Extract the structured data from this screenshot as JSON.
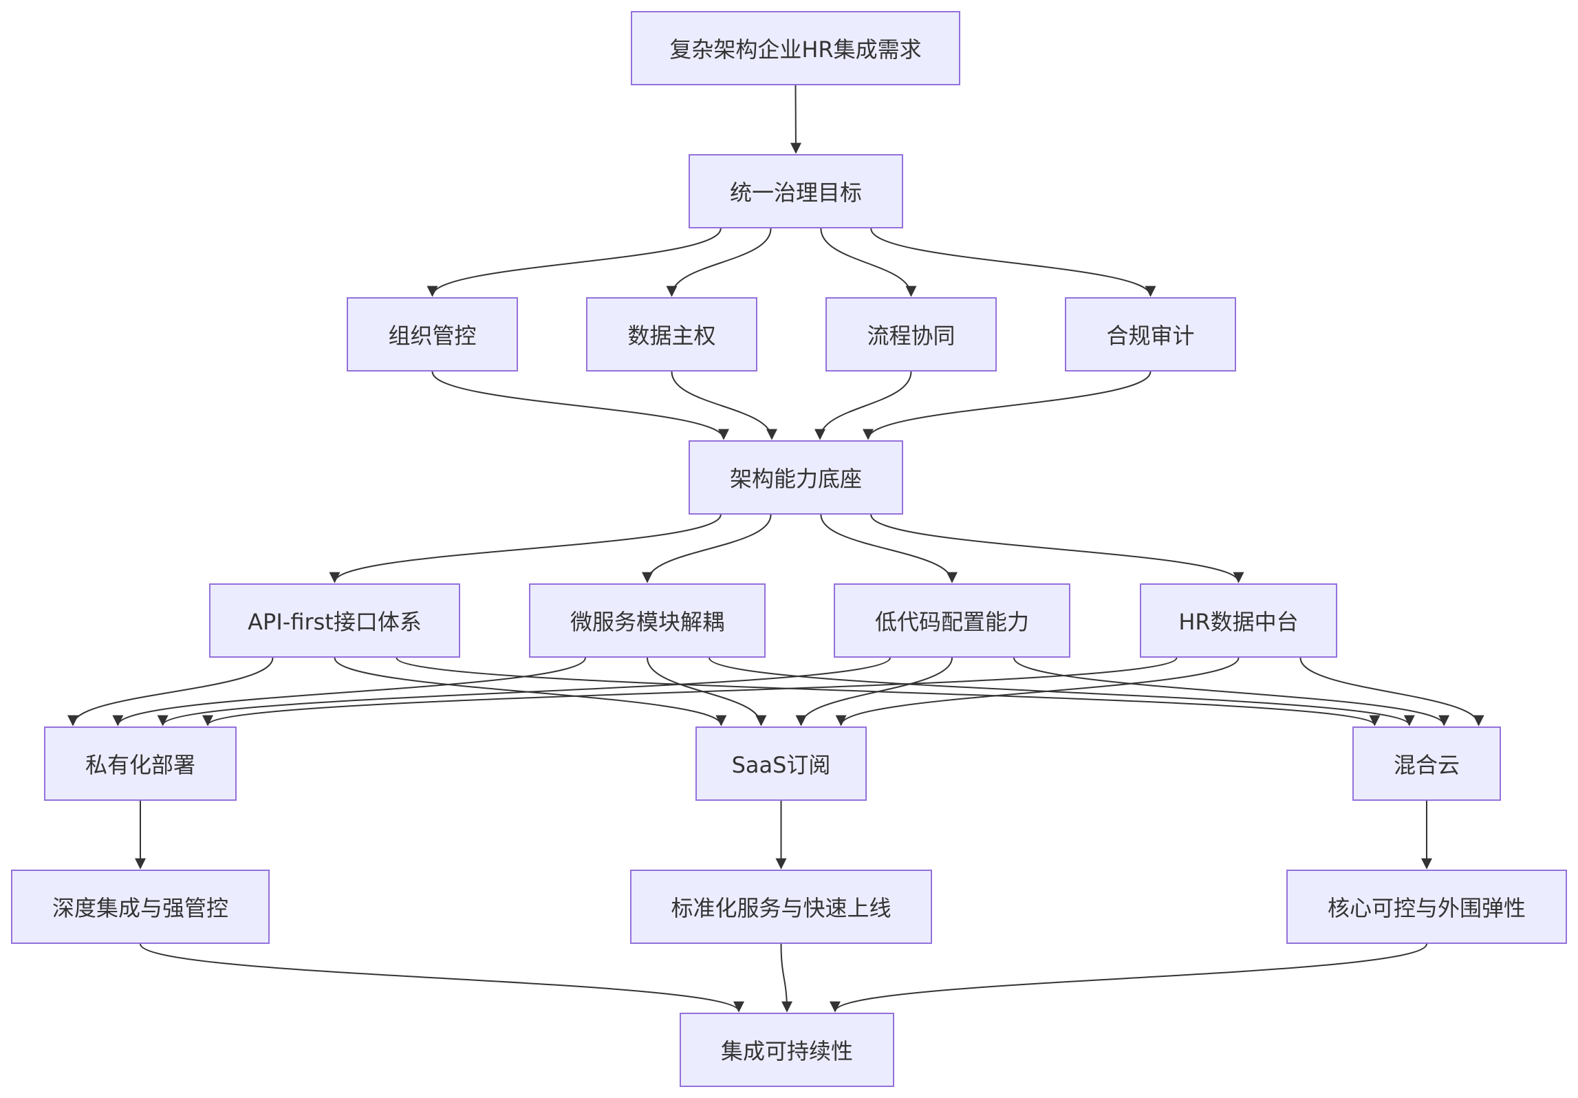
{
  "colors": {
    "node_fill": "#ECECFF",
    "node_border": "#9370DB",
    "edge": "#333333",
    "text": "#333333"
  },
  "nodes": {
    "top": "复杂架构企业HR集成需求",
    "goal": "统一治理目标",
    "org": "组织管控",
    "data": "数据主权",
    "flow": "流程协同",
    "audit": "合规审计",
    "base": "架构能力底座",
    "api": "API-first接口体系",
    "micro": "微服务模块解耦",
    "lowcode": "低代码配置能力",
    "hrdata": "HR数据中台",
    "private": "私有化部署",
    "saas": "SaaS订阅",
    "hybrid": "混合云",
    "deep": "深度集成与强管控",
    "std": "标准化服务与快速上线",
    "core": "核心可控与外围弹性",
    "sustain": "集成可持续性"
  },
  "edges": [
    [
      "top",
      "goal"
    ],
    [
      "goal",
      "org"
    ],
    [
      "goal",
      "data"
    ],
    [
      "goal",
      "flow"
    ],
    [
      "goal",
      "audit"
    ],
    [
      "org",
      "base"
    ],
    [
      "data",
      "base"
    ],
    [
      "flow",
      "base"
    ],
    [
      "audit",
      "base"
    ],
    [
      "base",
      "api"
    ],
    [
      "base",
      "micro"
    ],
    [
      "base",
      "lowcode"
    ],
    [
      "base",
      "hrdata"
    ],
    [
      "api",
      "private"
    ],
    [
      "api",
      "saas"
    ],
    [
      "api",
      "hybrid"
    ],
    [
      "micro",
      "private"
    ],
    [
      "micro",
      "saas"
    ],
    [
      "micro",
      "hybrid"
    ],
    [
      "lowcode",
      "private"
    ],
    [
      "lowcode",
      "saas"
    ],
    [
      "lowcode",
      "hybrid"
    ],
    [
      "hrdata",
      "private"
    ],
    [
      "hrdata",
      "saas"
    ],
    [
      "hrdata",
      "hybrid"
    ],
    [
      "private",
      "deep"
    ],
    [
      "saas",
      "std"
    ],
    [
      "hybrid",
      "core"
    ],
    [
      "deep",
      "sustain"
    ],
    [
      "std",
      "sustain"
    ],
    [
      "core",
      "sustain"
    ]
  ]
}
